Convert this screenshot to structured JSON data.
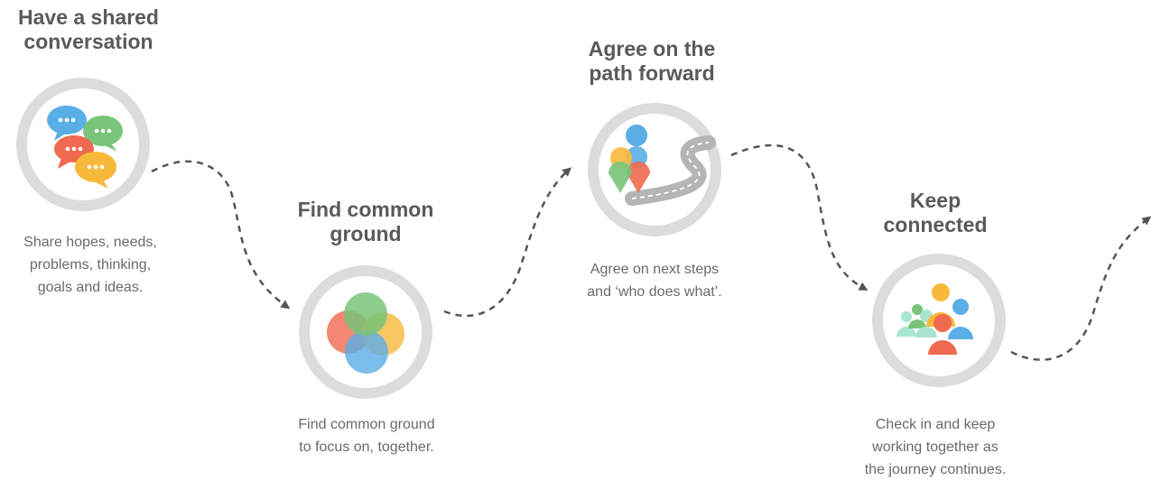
{
  "steps": [
    {
      "title_lines": [
        "Have a shared",
        "conversation"
      ],
      "desc_lines": [
        "Share hopes, needs,",
        "problems, thinking,",
        "goals and ideas."
      ],
      "icon": "speech-bubbles-icon"
    },
    {
      "title_lines": [
        "Find common",
        "ground"
      ],
      "desc_lines": [
        "Find common ground",
        "to focus on, together."
      ],
      "icon": "overlapping-circles-icon"
    },
    {
      "title_lines": [
        "Agree on the",
        "path forward"
      ],
      "desc_lines": [
        "Agree on next steps",
        "and ‘who does what’."
      ],
      "icon": "road-map-pins-icon"
    },
    {
      "title_lines": [
        "Keep",
        "connected"
      ],
      "desc_lines": [
        "Check in and keep",
        "working together as",
        "the journey continues."
      ],
      "icon": "people-group-icon"
    }
  ],
  "colors": {
    "title": "#5a5a5a",
    "text": "#6a6a6a",
    "ring": "#dcdcdc",
    "arrow": "#555555",
    "blue": "#5aaee6",
    "green": "#79c47a",
    "red": "#ef6a4f",
    "orange": "#f8b93b",
    "mint": "#a8e6cf"
  }
}
